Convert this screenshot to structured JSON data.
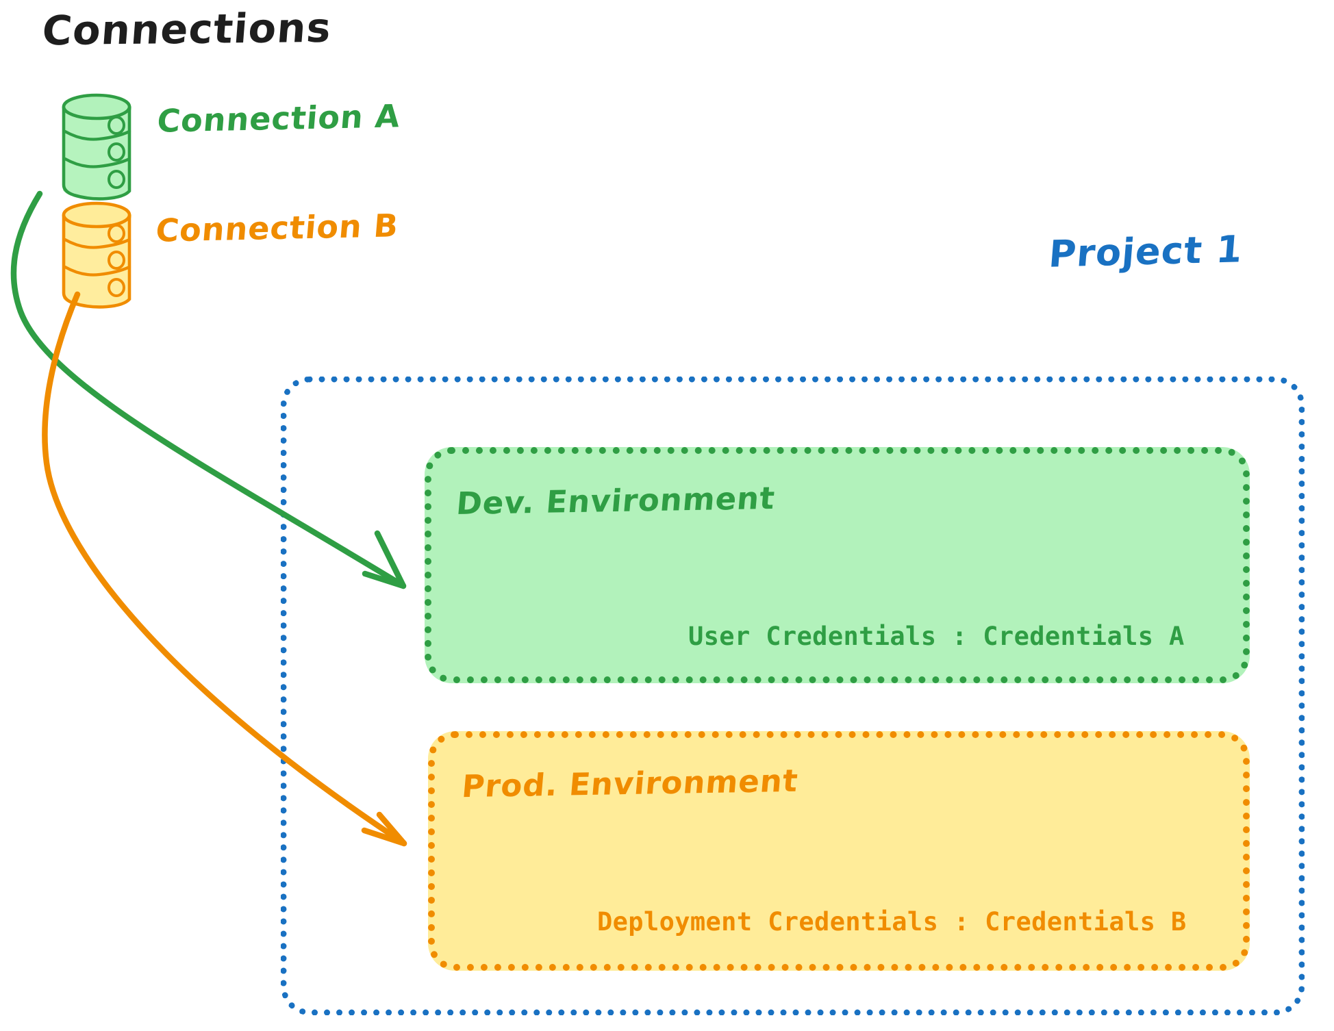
{
  "diagram": {
    "title": "Connections",
    "background_color": "#ffffff"
  },
  "colors": {
    "black": "#1e1e1e",
    "green_stroke": "#2f9e44",
    "green_fill": "#b2f2bb",
    "orange_stroke": "#f08c00",
    "orange_fill": "#ffec99",
    "blue_stroke": "#1971c2"
  },
  "connections": [
    {
      "id": "connection-a",
      "label": "Connection A",
      "icon": "database-icon",
      "color": "#2f9e44",
      "fill": "#b2f2bb",
      "target": "dev-env-box"
    },
    {
      "id": "connection-b",
      "label": "Connection B",
      "icon": "database-icon",
      "color": "#f08c00",
      "fill": "#ffec99",
      "target": "prod-env-box"
    }
  ],
  "project": {
    "label": "Project 1",
    "color": "#1971c2",
    "border_style": "dotted",
    "environments": [
      {
        "id": "dev-env",
        "title": "Dev. Environment",
        "credentials_label": "User Credentials : Credentials A",
        "color": "#2f9e44",
        "fill": "#b2f2bb"
      },
      {
        "id": "prod-env",
        "title": "Prod. Environment",
        "credentials_label": "Deployment Credentials : Credentials B",
        "color": "#f08c00",
        "fill": "#ffec99"
      }
    ]
  }
}
